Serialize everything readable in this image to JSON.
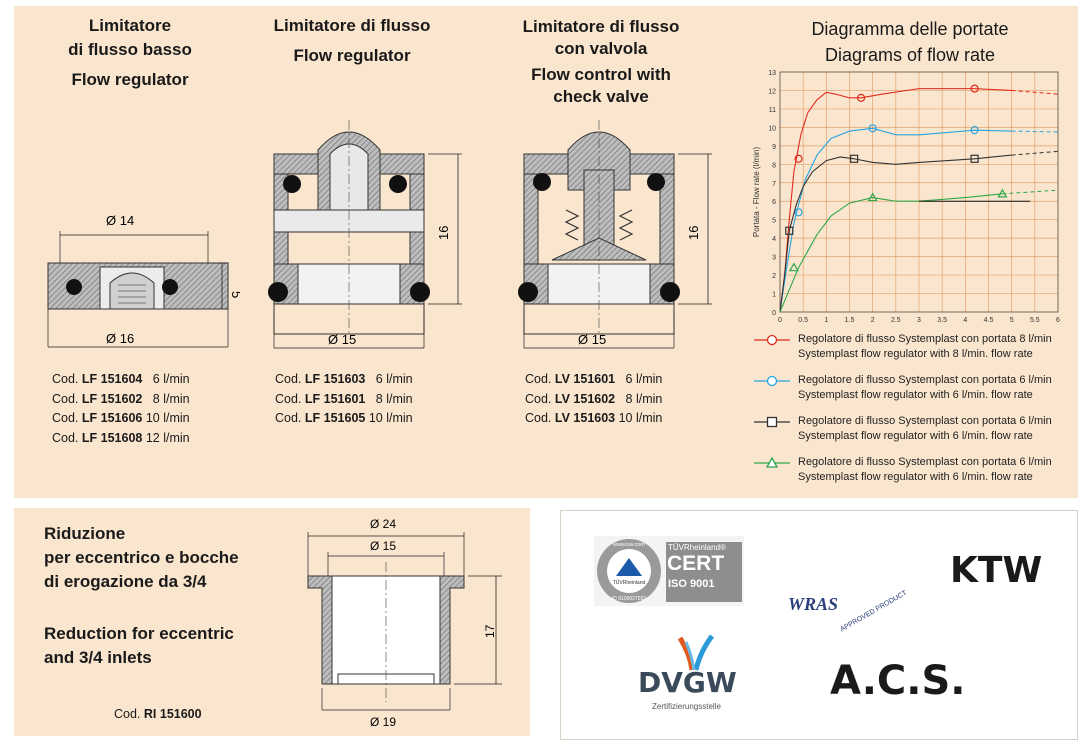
{
  "products": [
    {
      "title_lines": [
        "Limitatore",
        "di flusso basso",
        "Flow regulator"
      ],
      "dims": {
        "top": "Ø 14",
        "bottom": "Ø 16",
        "side": "5"
      },
      "codes": [
        {
          "prefix": "Cod.",
          "code": "LF 151604",
          "flow": "6 l/min"
        },
        {
          "prefix": "Cod.",
          "code": "LF 151602",
          "flow": "8 l/min"
        },
        {
          "prefix": "Cod.",
          "code": "LF 151606",
          "flow": "10 l/min"
        },
        {
          "prefix": "Cod.",
          "code": "LF 151608",
          "flow": "12 l/min"
        }
      ]
    },
    {
      "title_lines": [
        "Limitatore di flusso",
        "Flow regulator"
      ],
      "dims": {
        "bottom": "Ø 15",
        "side": "16"
      },
      "codes": [
        {
          "prefix": "Cod.",
          "code": "LF 151603",
          "flow": "6 l/min"
        },
        {
          "prefix": "Cod.",
          "code": "LF 151601",
          "flow": "8 l/min"
        },
        {
          "prefix": "Cod.",
          "code": "LF 151605",
          "flow": "10 l/min"
        }
      ]
    },
    {
      "title_lines": [
        "Limitatore di flusso",
        "con valvola",
        "Flow control with",
        "check valve"
      ],
      "dims": {
        "bottom": "Ø 15",
        "side": "16"
      },
      "codes": [
        {
          "prefix": "Cod.",
          "code": "LV 151601",
          "flow": "6 l/min"
        },
        {
          "prefix": "Cod.",
          "code": "LV 151602",
          "flow": "8 l/min"
        },
        {
          "prefix": "Cod.",
          "code": "LV 151603",
          "flow": "10 l/min"
        }
      ]
    }
  ],
  "reduction": {
    "title_it": [
      "Riduzione",
      "per eccentrico e bocche",
      "di erogazione da 3/4"
    ],
    "title_en": [
      "Reduction for eccentric",
      "and 3/4 inlets"
    ],
    "code_prefix": "Cod.",
    "code": "RI 151600",
    "dims": {
      "top_outer": "Ø 24",
      "top_inner": "Ø 15",
      "bottom": "Ø 19",
      "side": "17"
    }
  },
  "chart_data": {
    "type": "line",
    "title": [
      "Diagramma delle portate",
      "Diagrams of flow rate"
    ],
    "ylabel": "Portata - Flow rate (l/min)",
    "xlabel": "",
    "xlim": [
      0,
      6
    ],
    "ylim": [
      0,
      13
    ],
    "x_ticks": [
      "0",
      "0.5",
      "1",
      "1.5",
      "2",
      "2.5",
      "3",
      "3.5",
      "4",
      "4.5",
      "5",
      "5.5",
      "6"
    ],
    "y_ticks": [
      "0",
      "1",
      "2",
      "3",
      "4",
      "5",
      "6",
      "7",
      "8",
      "9",
      "10",
      "11",
      "12",
      "13"
    ],
    "grid": true,
    "series": [
      {
        "color": "#e02a1e",
        "marker": "circle",
        "x": [
          0,
          0.1,
          0.2,
          0.3,
          0.45,
          0.6,
          0.8,
          1.0,
          1.2,
          1.5,
          1.75,
          2.2,
          3.0,
          4.2,
          5.0
        ],
        "y": [
          0,
          2.0,
          5.0,
          7.6,
          9.6,
          10.8,
          11.5,
          11.9,
          11.8,
          11.6,
          11.6,
          11.8,
          12.1,
          12.1,
          12.0
        ],
        "markers_x": [
          0.4,
          1.75,
          4.2
        ],
        "markers_y": [
          8.3,
          11.6,
          12.1
        ],
        "dashed_x": [
          5.0,
          6.0
        ],
        "dashed_y": [
          12.0,
          11.8
        ]
      },
      {
        "color": "#2aa4e0",
        "marker": "circle",
        "x": [
          0,
          0.15,
          0.3,
          0.4,
          0.55,
          0.8,
          1.1,
          1.5,
          2.0,
          2.5,
          3.0,
          3.5,
          4.2,
          5.0
        ],
        "y": [
          0,
          2.5,
          4.8,
          5.8,
          7.2,
          8.5,
          9.4,
          9.8,
          9.95,
          9.6,
          9.6,
          9.7,
          9.85,
          9.8
        ],
        "markers_x": [
          0.4,
          2.0,
          4.2
        ],
        "markers_y": [
          5.4,
          9.95,
          9.85
        ],
        "dashed_x": [
          5.0,
          6.0
        ],
        "dashed_y": [
          9.8,
          9.75
        ]
      },
      {
        "color": "#333333",
        "marker": "square",
        "x": [
          0,
          0.1,
          0.2,
          0.35,
          0.5,
          0.7,
          1.0,
          1.3,
          1.6,
          2.0,
          2.5,
          3.0,
          4.2,
          5.0
        ],
        "y": [
          0,
          2.0,
          4.4,
          5.8,
          6.8,
          7.6,
          8.2,
          8.4,
          8.3,
          8.1,
          8.0,
          8.1,
          8.3,
          8.5
        ],
        "markers_x": [
          0.2,
          1.6,
          4.2
        ],
        "markers_y": [
          4.4,
          8.3,
          8.3
        ],
        "dashed_x": [
          5.0,
          6.0
        ],
        "dashed_y": [
          8.5,
          8.7
        ]
      },
      {
        "color": "#2ea84a",
        "marker": "triangle",
        "x": [
          0,
          0.2,
          0.4,
          0.6,
          0.8,
          1.1,
          1.5,
          2.0,
          2.5,
          3.0,
          4.0,
          4.8
        ],
        "y": [
          0,
          1.2,
          2.4,
          3.3,
          4.2,
          5.2,
          5.9,
          6.2,
          6.0,
          6.0,
          6.2,
          6.4
        ],
        "markers_x": [
          0.3,
          2.0,
          4.8
        ],
        "markers_y": [
          2.4,
          6.2,
          6.4
        ],
        "dashed_x": [
          4.8,
          6.0
        ],
        "dashed_y": [
          6.4,
          6.6
        ]
      }
    ],
    "extra_line": {
      "x": [
        3.0,
        5.4
      ],
      "y": [
        6.0,
        6.0
      ]
    },
    "legend": [
      {
        "color": "#e02a1e",
        "marker": "circle",
        "line1": "Regolatore di flusso Systemplast con portata 8 l/min",
        "line2": "Systemplast flow regulator with 8 l/min. flow rate"
      },
      {
        "color": "#2aa4e0",
        "marker": "circle",
        "line1": "Regolatore di flusso Systemplast con portata 6 l/min",
        "line2": "Systemplast flow regulator with 6 l/min. flow rate"
      },
      {
        "color": "#333333",
        "marker": "square",
        "line1": "Regolatore di flusso Systemplast con portata 6 l/min",
        "line2": "Systemplast flow regulator with 6 l/min. flow rate"
      },
      {
        "color": "#2ea84a",
        "marker": "triangle",
        "line1": "Regolatore di flusso Systemplast con portata 6 l/min",
        "line2": "Systemplast flow regulator with 6 l/min. flow rate"
      }
    ]
  },
  "certifications": {
    "tuv_small": "TÜVRheinland®",
    "tuv_cert": "CERT",
    "tuv_iso": "ISO 9001",
    "tuv_ring": "www.tuv.com",
    "tuv_brand": "TÜVRheinland",
    "tuv_id": "ID 9105027593",
    "ktw": "KTW",
    "wras": "WRAS",
    "wras_sub": "APPROVED PRODUCT",
    "dvgw": "DVGW",
    "dvgw_sub": "Zertifizierungsstelle",
    "acs": "A.C.S."
  }
}
